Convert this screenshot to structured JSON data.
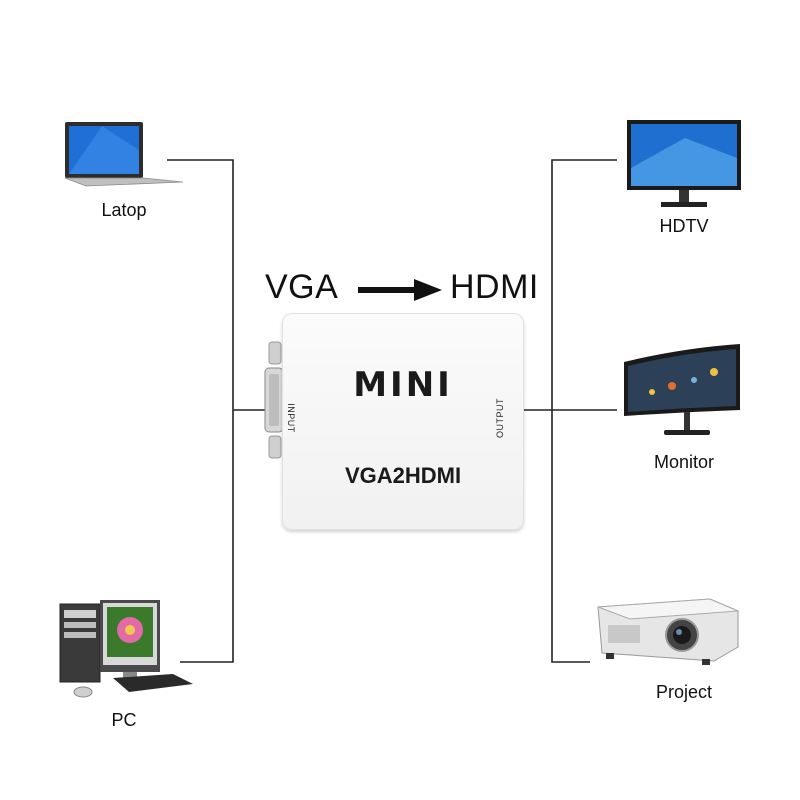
{
  "heading": {
    "left": "VGA",
    "right": "HDMI"
  },
  "adapter": {
    "brand": "MINI",
    "model": "VGA2HDMI",
    "input_label": "INPUT",
    "output_label": "OUTPUT"
  },
  "inputs": [
    {
      "label": "Latop",
      "icon": "laptop-icon"
    },
    {
      "label": "PC",
      "icon": "desktop-pc-icon"
    }
  ],
  "outputs": [
    {
      "label": "HDTV",
      "icon": "tv-icon"
    },
    {
      "label": "Monitor",
      "icon": "curved-monitor-icon"
    },
    {
      "label": "Project",
      "icon": "projector-icon"
    }
  ],
  "colors": {
    "wire": "#222222",
    "adapter_body": "#f4f4f4",
    "screen_blue": "#1e6fd0",
    "text": "#111111"
  }
}
